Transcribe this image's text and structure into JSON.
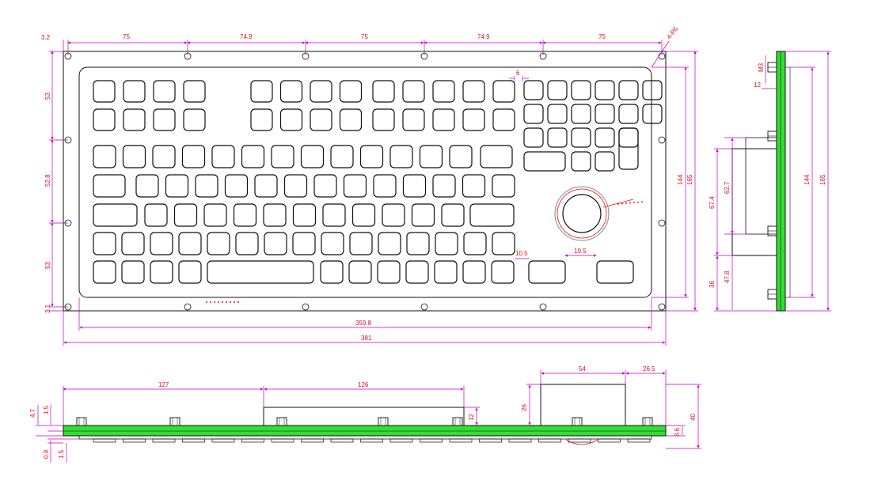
{
  "front_view": {
    "top_dims": [
      "3.2",
      "75",
      "74.9",
      "75",
      "74.9",
      "75"
    ],
    "corner_note": "4-R6",
    "key_gap": "6",
    "left_dims": [
      "53",
      "52.8",
      "53",
      "3.1"
    ],
    "right_dims": [
      "144",
      "165"
    ],
    "bottom_dims": [
      "359.8",
      "381"
    ],
    "trackball_dims": [
      "10.5",
      "19.5"
    ]
  },
  "side_view": {
    "dims": [
      "M3",
      "12",
      "144",
      "165",
      "67.4",
      "62.7",
      "36",
      "47.8"
    ]
  },
  "bottom_view": {
    "top_dims": [
      "127",
      "126",
      "54",
      "26.5"
    ],
    "left_dims": [
      "4.7",
      "1.5",
      "0.9",
      "1.5"
    ],
    "right_dims": [
      "12",
      "26",
      "8.6",
      "40"
    ]
  },
  "colors": {
    "line": "#111111",
    "dimension": "#e0101a",
    "extension": "#c000c0",
    "pcb": "#33dd33"
  }
}
